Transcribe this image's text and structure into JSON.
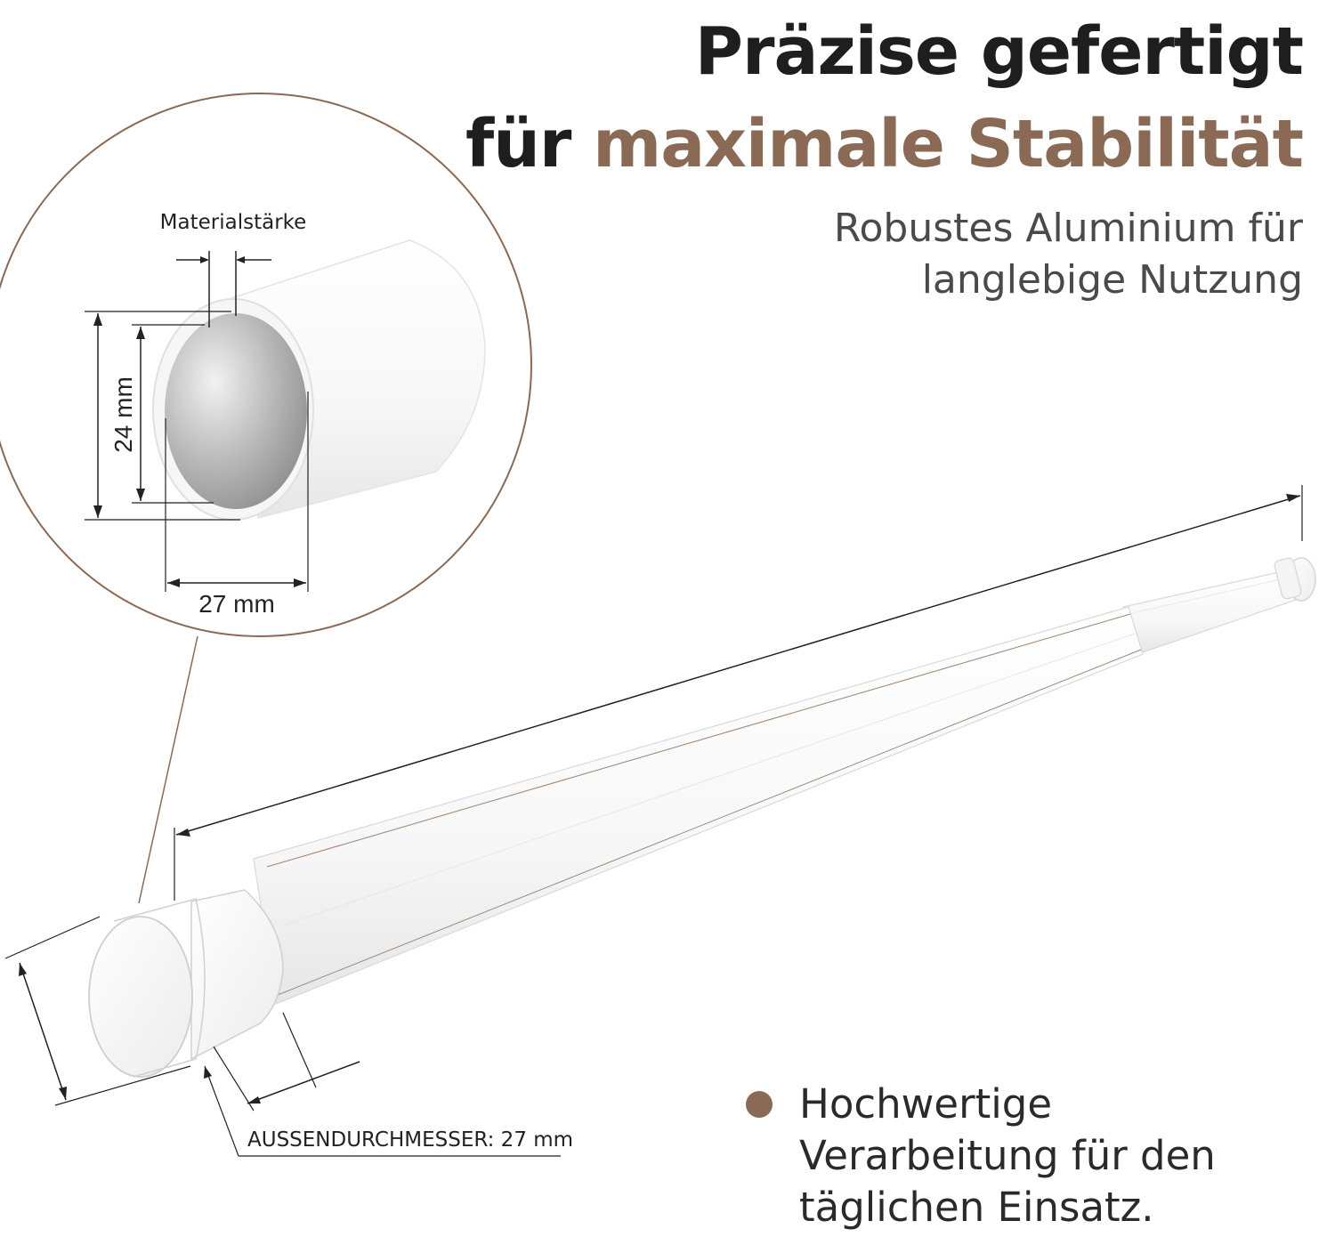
{
  "headline": {
    "line1": "Präzise gefertigt",
    "line2_prefix": "für ",
    "line2_accent": "maximale Stabilität"
  },
  "subline": {
    "line1": "Robustes Aluminium für",
    "line2": "langlebige Nutzung"
  },
  "detail": {
    "material_label": "Materialstärke",
    "inner_diameter": "24 mm",
    "outer_diameter": "27 mm"
  },
  "rod": {
    "outer_diameter_label": "AUSSENDURCHMESSER: 27 mm"
  },
  "bullet": {
    "lines": [
      "Hochwertige",
      "Verarbeitung für den",
      "täglichen Einsatz."
    ]
  },
  "colors": {
    "accent": "#8a6a55",
    "text_dark": "#1e1e1e",
    "text_grey": "#4a4a4a"
  }
}
